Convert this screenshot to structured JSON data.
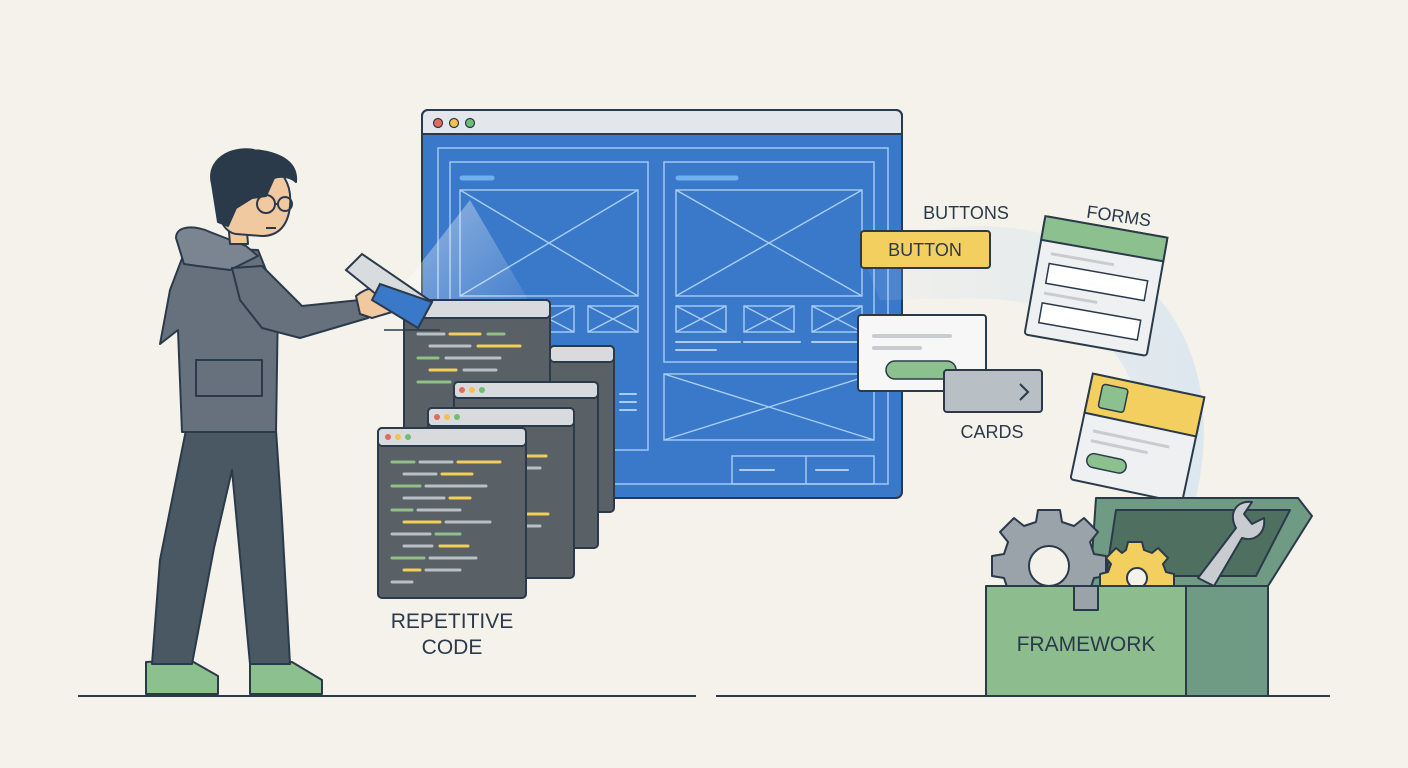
{
  "colors": {
    "background": "#f4f2ea",
    "ink": "#2b3a4a",
    "blueprint": "#3a78c9",
    "blueprint_line": "#a9cdf5",
    "code_window": "#5a6166",
    "code_yellow": "#f0cd5c",
    "code_green": "#8fc08a",
    "code_grey": "#b9c0c5",
    "accent_yellow": "#f2cf5f",
    "accent_green": "#8dc08f",
    "box_green": "#8dbd8e",
    "hoodie": "#66717d",
    "pants": "#4a5864"
  },
  "labels": {
    "repetitive_code_line1": "REPETITIVE",
    "repetitive_code_line2": "CODE",
    "buttons": "BUTTONS",
    "button_sample": "BUTTON",
    "forms": "FORMS",
    "cards": "CARDS",
    "framework": "FRAMEWORK"
  },
  "icons": [
    "gear-icon",
    "small-gear-icon",
    "wrench-icon",
    "chevron-right-icon",
    "window-dots-icon"
  ]
}
